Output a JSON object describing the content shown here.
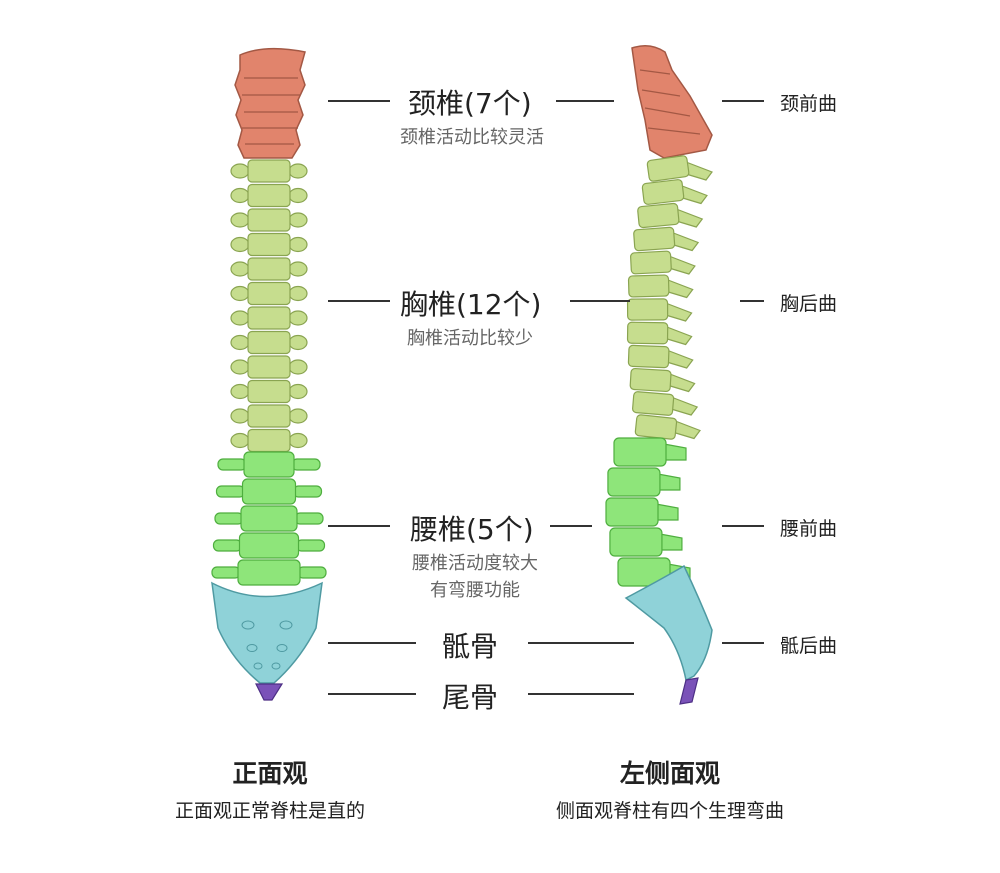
{
  "front_view": {
    "title": "正面观",
    "subtitle": "正面观正常脊柱是直的"
  },
  "side_view": {
    "title": "左侧面观",
    "subtitle": "侧面观脊柱有四个生理弯曲"
  },
  "sections": {
    "cervical": {
      "name": "颈椎(7个)",
      "note": "颈椎活动比较灵活",
      "curve": "颈前曲",
      "color": "#e1846c"
    },
    "thoracic": {
      "name": "胸椎(12个)",
      "note": "胸椎活动比较少",
      "curve": "胸后曲",
      "color": "#c6dd8e"
    },
    "lumbar": {
      "name": "腰椎(5个)",
      "note_line1": "腰椎活动度较大",
      "note_line2": "有弯腰功能",
      "curve": "腰前曲",
      "color": "#8ee57a"
    },
    "sacrum": {
      "name": "骶骨",
      "curve": "骶后曲",
      "color": "#8fd2d8"
    },
    "coccyx": {
      "name": "尾骨",
      "color": "#7a52b8"
    }
  }
}
